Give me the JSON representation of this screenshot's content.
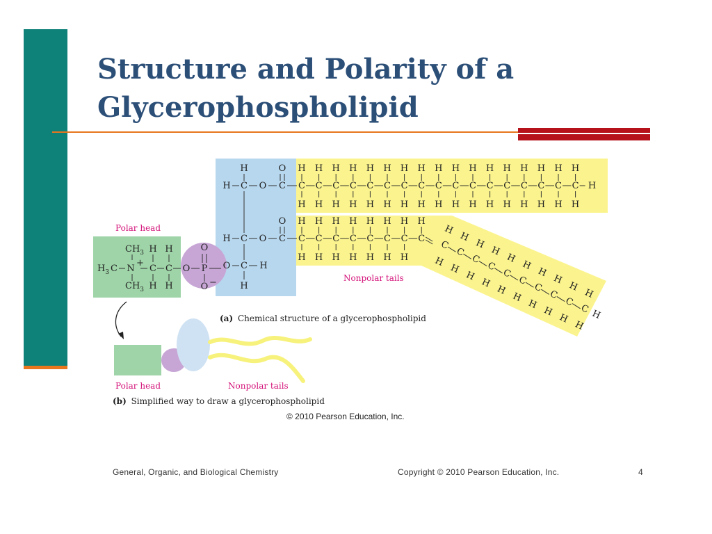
{
  "slide": {
    "title": "Structure and Polarity of a Glycerophospholipid",
    "accent_color": "#0e8179",
    "accent_foot_color": "#e8761c",
    "rule_color": "#e8761c",
    "rule_thick_color": "#b5121b",
    "title_color": "#2c4f78"
  },
  "figure": {
    "label_polar_head": "Polar head",
    "label_nonpolar_tails": "Nonpolar tails",
    "caption_a_letter": "(a)",
    "caption_a_text": "Chemical structure of a glycerophospholipid",
    "caption_b_letter": "(b)",
    "caption_b_text": "Simplified way to draw a glycerophospholipid",
    "label_polar_head_b": "Polar head",
    "label_nonpolar_tails_b": "Nonpolar tails",
    "credit": "© 2010 Pearson Education, Inc.",
    "colors": {
      "head_box": "#9fd4a8",
      "glycerol_box": "#b7d7ee",
      "tail_box": "#fbf48e",
      "phosphate_circle": "#c7a6d6",
      "simplified_tail": "#f7f27c"
    },
    "atoms": {
      "hydrogen": "H",
      "carbon": "C",
      "oxygen": "O",
      "phosphorus": "P",
      "nitrogen": "N",
      "methyl_top": "CH",
      "methyl_sub": "3",
      "methyl_left": "H",
      "methyl_left_c": "C",
      "n_charge": "+",
      "o_charge": "−"
    }
  },
  "footer": {
    "course": "General, Organic, and Biological Chemistry",
    "copyright": "Copyright © 2010 Pearson Education, Inc.",
    "page_number": "4"
  }
}
